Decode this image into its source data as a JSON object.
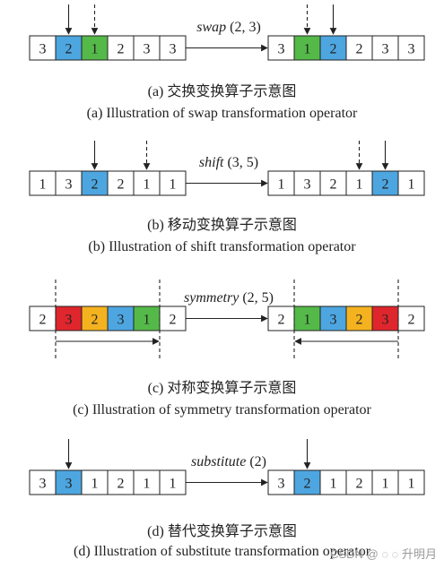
{
  "colors": {
    "blue": "#4da6e0",
    "green": "#54b948",
    "orange": "#f5b21f",
    "red": "#e0262d",
    "white": "#ffffff",
    "line": "#222222"
  },
  "panels": [
    {
      "id": "swap",
      "op_name": "swap",
      "op_args": "(2, 3)",
      "before": [
        {
          "v": "3",
          "c": "white"
        },
        {
          "v": "2",
          "c": "blue"
        },
        {
          "v": "1",
          "c": "green"
        },
        {
          "v": "2",
          "c": "white"
        },
        {
          "v": "3",
          "c": "white"
        },
        {
          "v": "3",
          "c": "white"
        }
      ],
      "after": [
        {
          "v": "3",
          "c": "white"
        },
        {
          "v": "1",
          "c": "green"
        },
        {
          "v": "2",
          "c": "blue"
        },
        {
          "v": "2",
          "c": "white"
        },
        {
          "v": "3",
          "c": "white"
        },
        {
          "v": "3",
          "c": "white"
        }
      ],
      "caption_cn": "(a) 交换变换算子示意图",
      "caption_en": "(a) Illustration of swap transformation operator"
    },
    {
      "id": "shift",
      "op_name": "shift",
      "op_args": "(3, 5)",
      "before": [
        {
          "v": "1",
          "c": "white"
        },
        {
          "v": "3",
          "c": "white"
        },
        {
          "v": "2",
          "c": "blue"
        },
        {
          "v": "2",
          "c": "white"
        },
        {
          "v": "1",
          "c": "white"
        },
        {
          "v": "1",
          "c": "white"
        }
      ],
      "after": [
        {
          "v": "1",
          "c": "white"
        },
        {
          "v": "3",
          "c": "white"
        },
        {
          "v": "2",
          "c": "white"
        },
        {
          "v": "1",
          "c": "white"
        },
        {
          "v": "2",
          "c": "blue"
        },
        {
          "v": "1",
          "c": "white"
        }
      ],
      "caption_cn": "(b) 移动变换算子示意图",
      "caption_en": "(b) Illustration of shift transformation operator"
    },
    {
      "id": "symmetry",
      "op_name": "symmetry",
      "op_args": "(2, 5)",
      "before": [
        {
          "v": "2",
          "c": "white"
        },
        {
          "v": "3",
          "c": "red"
        },
        {
          "v": "2",
          "c": "orange"
        },
        {
          "v": "3",
          "c": "blue"
        },
        {
          "v": "1",
          "c": "green"
        },
        {
          "v": "2",
          "c": "white"
        }
      ],
      "after": [
        {
          "v": "2",
          "c": "white"
        },
        {
          "v": "1",
          "c": "green"
        },
        {
          "v": "3",
          "c": "blue"
        },
        {
          "v": "2",
          "c": "orange"
        },
        {
          "v": "3",
          "c": "red"
        },
        {
          "v": "2",
          "c": "white"
        }
      ],
      "caption_cn": "(c) 对称变换算子示意图",
      "caption_en": "(c) Illustration of symmetry transformation operator"
    },
    {
      "id": "substitute",
      "op_name": "substitute",
      "op_args": "(2)",
      "before": [
        {
          "v": "3",
          "c": "white"
        },
        {
          "v": "3",
          "c": "blue"
        },
        {
          "v": "1",
          "c": "white"
        },
        {
          "v": "2",
          "c": "white"
        },
        {
          "v": "1",
          "c": "white"
        },
        {
          "v": "1",
          "c": "white"
        }
      ],
      "after": [
        {
          "v": "3",
          "c": "white"
        },
        {
          "v": "2",
          "c": "blue"
        },
        {
          "v": "1",
          "c": "white"
        },
        {
          "v": "2",
          "c": "white"
        },
        {
          "v": "1",
          "c": "white"
        },
        {
          "v": "1",
          "c": "white"
        }
      ],
      "caption_cn": "(d) 替代变换算子示意图",
      "caption_en": "(d) Illustration of substitute transformation operator"
    }
  ],
  "watermark": "CSDN @ ◌ ◌ 升明月"
}
